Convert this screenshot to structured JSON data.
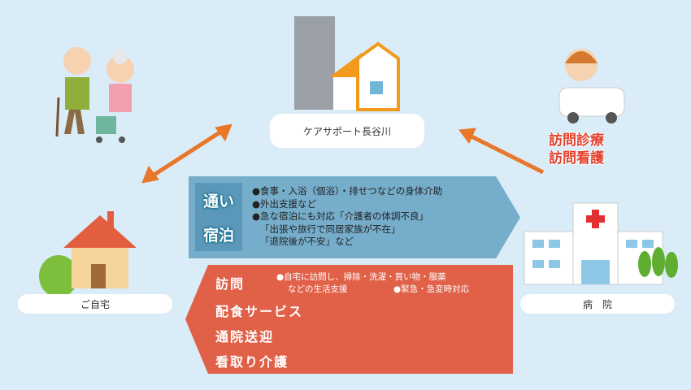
{
  "nodes": {
    "care": "ケアサポート長谷川",
    "home": "ご自宅",
    "hospital": "病　院"
  },
  "visit_medical": [
    "訪問診療",
    "訪問看護"
  ],
  "blue_box": {
    "labels": [
      "通い",
      "宿泊"
    ],
    "lines": [
      "●食事・入浴（個浴）・排せつなどの身体介助",
      "●外出支援など",
      "●急な宿泊にも対応「介護者の体調不良」",
      "「出張や旅行で同居家族が不在」",
      "「退院後が不安」など"
    ]
  },
  "red_box": {
    "services": [
      "訪問",
      "配食サービス",
      "通院送迎",
      "看取り介護"
    ],
    "visit_detail_1": "●自宅に訪問し、掃除・洗濯・買い物・服薬",
    "visit_detail_2": "などの生活支援",
    "visit_detail_3": "●緊急・急変時対応"
  },
  "colors": {
    "bg": "#d9ecf7",
    "blue": "#75adcb",
    "red": "#e06048",
    "arrow": "#e8772a"
  }
}
